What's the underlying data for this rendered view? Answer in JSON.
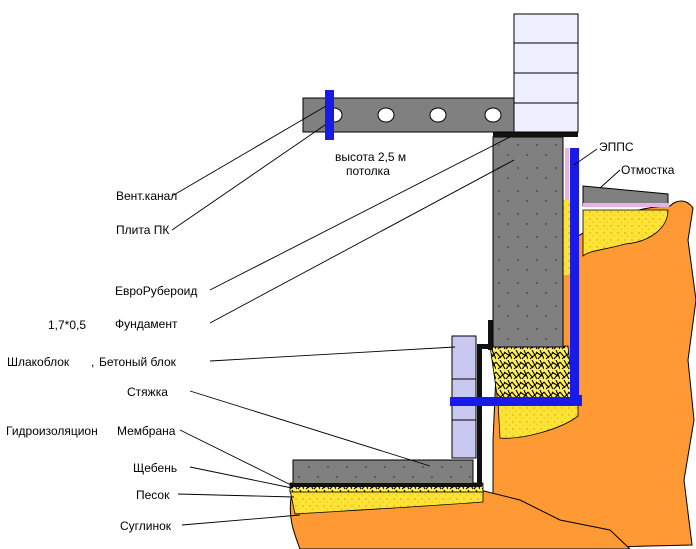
{
  "labels": {
    "vent_channel": "Вент.канал",
    "slab_pk": "Плита ПК",
    "ceiling_height_line1": "высота 2,5 м",
    "ceiling_height_line2": "потолка",
    "euroruberoid": "ЕвроРубероид",
    "dimension": "1,7*0,5",
    "foundation": "Фундамент",
    "slag_block": "Шлакоблок",
    "concrete_block": "Бетоный блок",
    "screed": "Стяжка",
    "waterproofing": "Гидроизоляцион",
    "membrane": "Мембрана",
    "gravel": "Щебень",
    "sand": "Песок",
    "loam": "Суглинок",
    "epps": "ЭППС",
    "blind_area": "Отмостка"
  },
  "colors": {
    "concrete": "#808080",
    "soil": "#FF9933",
    "sand": "#FFE333",
    "insulation_blue": "#1A1AE8",
    "brick": "#EEF0FF",
    "slag_block": "#C8C8F0",
    "membrane": "#111111",
    "outline": "#000000"
  }
}
